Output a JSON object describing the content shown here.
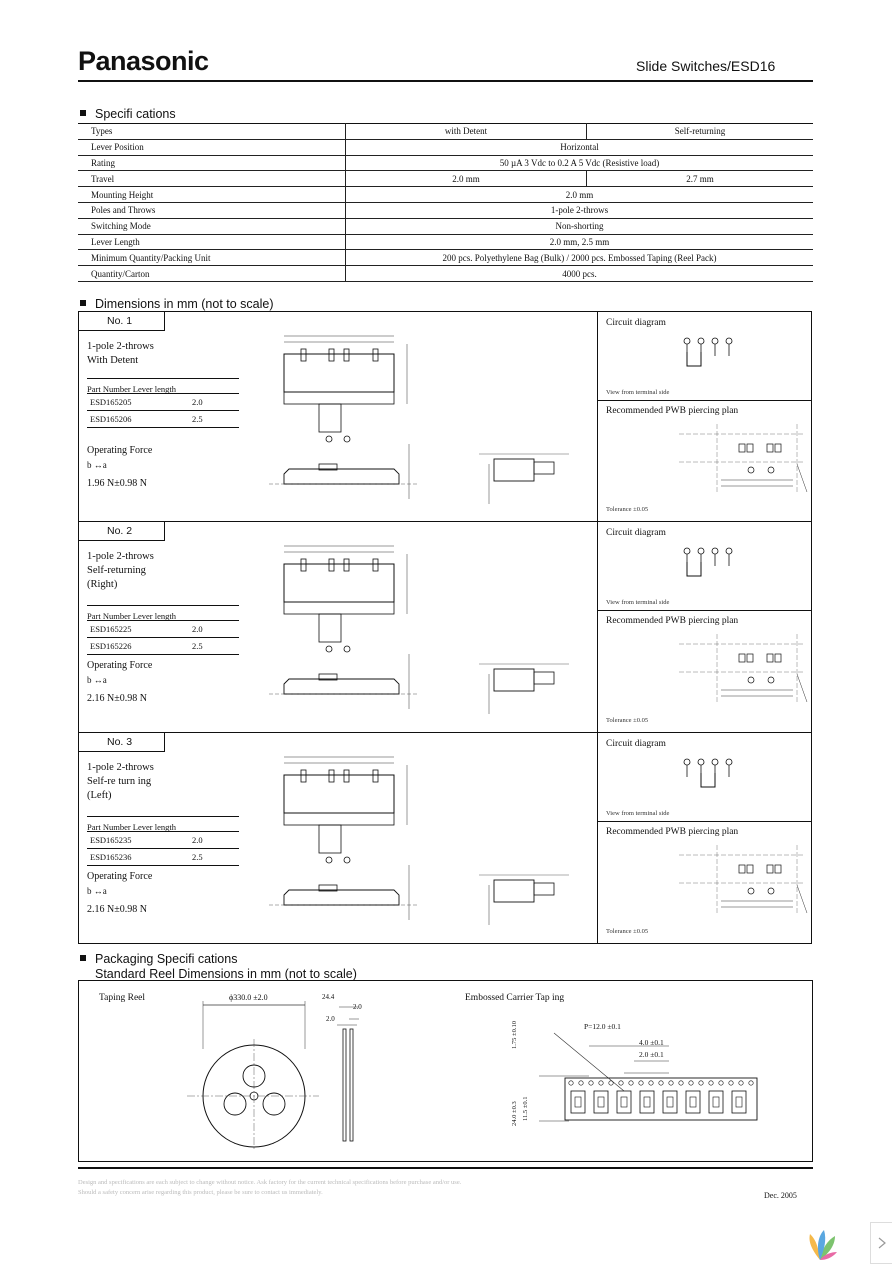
{
  "header": {
    "brand": "Panasonic",
    "title": "Slide Switches/ESD16"
  },
  "sections": {
    "specs": "Specifi cations",
    "dimensions": "Dimensions in mm (not to scale)",
    "packaging": "Packaging Specifi cations",
    "reel_dims": "Standard Reel Dimensions in mm (not to scale)"
  },
  "specs": [
    {
      "label": "Types",
      "a": "with Detent",
      "b": "Self-returning"
    },
    {
      "label": "Lever Position",
      "value": "Horizontal"
    },
    {
      "label": "Rating",
      "value": "50 µA 3 Vdc to 0.2 A 5 Vdc (Resistive load)"
    },
    {
      "label": "Travel",
      "a": "2.0  mm",
      "b": "2.7 mm"
    },
    {
      "label": "Mounting Height",
      "value": "2.0 mm"
    },
    {
      "label": "Poles and Throws",
      "value": "1-pole 2-throws"
    },
    {
      "label": "Switching Mode",
      "value": "Non-shorting"
    },
    {
      "label": "Lever Length",
      "value": "2.0 mm, 2.5 mm"
    },
    {
      "label": "Minimum Quantity/Packing Unit",
      "value": "200 pcs. Polyethylene Bag (Bulk) / 2000 pcs. Embossed Taping (Reel Pack)"
    },
    {
      "label": "Quantity/Carton",
      "value": "4000 pcs."
    }
  ],
  "common": {
    "pn_header_a": "Part Number",
    "pn_header_b": "Lever length",
    "op_force": "Operating Force",
    "op_dir": "b    ↔a",
    "circuit": "Circuit diagram",
    "view_from": "View from terminal side",
    "pwb": "Recommended PWB piercing plan",
    "tolerance": "Tolerance  ±0.05"
  },
  "models": [
    {
      "no": "No. 1",
      "desc1": "1-pole 2-throws",
      "desc2": "With Detent",
      "desc3": "",
      "parts": [
        {
          "pn": "ESD165205",
          "len": "2.0"
        },
        {
          "pn": "ESD165206",
          "len": "2.5"
        }
      ],
      "force": "1.96 N±0.98 N"
    },
    {
      "no": "No. 2",
      "desc1": "1-pole 2-throws",
      "desc2": "Self-returning",
      "desc3": "(Right)",
      "parts": [
        {
          "pn": "ESD165225",
          "len": "2.0"
        },
        {
          "pn": "ESD165226",
          "len": "2.5"
        }
      ],
      "force": "2.16 N±0.98 N"
    },
    {
      "no": "No. 3",
      "desc1": "1-pole 2-throws",
      "desc2": "Self-re turn ing",
      "desc3": "(Left)",
      "parts": [
        {
          "pn": "ESD165235",
          "len": "2.0"
        },
        {
          "pn": "ESD165236",
          "len": "2.5"
        }
      ],
      "force": "2.16 N±0.98 N"
    }
  ],
  "packaging": {
    "reel_label": "Taping Reel",
    "reel_dia": "ϕ330.0    ±2.0",
    "w1": "24.4",
    "w2": "2.0",
    "w3": "2.0",
    "tape_label": "Embossed Carrier Tap ing",
    "pitch": "P=12.0    ±0.1",
    "p2": "4.0    ±0.1",
    "p3": "2.0    ±0.1",
    "h1": "1.75  ±0.10",
    "h2": "11.5  ±0.1",
    "h3": "24.0  ±0.3"
  },
  "footer": {
    "note1": "Design and specifications are each subject to change without notice. Ask factory for the current technical specifications before purchase and/or use.",
    "note2": "Should a safety concern arise regarding this product, please be sure to contact us immediately.",
    "date": "Dec. 2005"
  }
}
